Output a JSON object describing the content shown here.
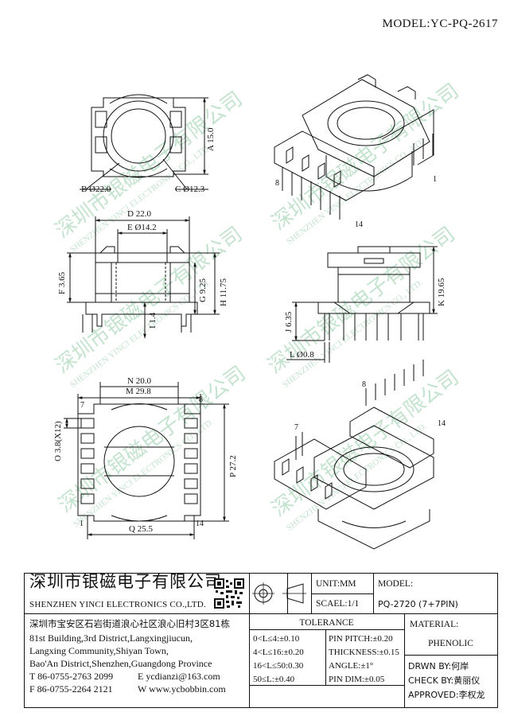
{
  "model_title": "MODEL:YC-PQ-2617",
  "watermark": {
    "cn": "深圳市银磁电子有限公司",
    "en": "SHENZHEN YINCI ELECTRONICS CO., LTD."
  },
  "dims": {
    "a": "A 15.0",
    "b": "B Ø22.0",
    "c": "C Ø12.3",
    "d": "D 22.0",
    "e": "E Ø14.2",
    "f": "F 3.65",
    "g": "G 9.25",
    "h": "H 11.75",
    "i": "I 1.4",
    "j": "J 6.35",
    "k": "K 19.65",
    "l": "L Ø0.8",
    "m": "M 29.8",
    "n": "N 20.0",
    "o": "O 3.8(X12)",
    "p": "P 27.2",
    "q": "Q 25.5"
  },
  "pins": {
    "p1": "1",
    "p7": "7",
    "p8": "8",
    "p14": "14"
  },
  "title_block": {
    "company_cn": "深圳市银磁电子有限公司",
    "company_en": "SHENZHEN YINCI ELECTRONICS CO.,LTD.",
    "unit": "UNIT:MM",
    "scale": "SCAEL:1/1",
    "model_label": "MODEL:",
    "model_value": "PQ-2720 (7+7PIN)",
    "address": [
      "深圳市宝安区石岩街道浪心社区浪心旧村3区81栋",
      "81st Building,3rd District,Langxingjiucun,",
      "Langxing Community,Shiyan Town,",
      "Bao'An District,Shenzhen,Guangdong Province"
    ],
    "tel": "T 86-0755-2763 2099",
    "email": "E ycdianzi@163.com",
    "fax": "F 86-0755-2264 2121",
    "web": "W www.ycbobbin.com",
    "tolerance_title": "TOLERANCE",
    "tolerances": [
      "0<L≤4:±0.10",
      "4<L≤16:±0.20",
      "16<L≤50:0.30",
      "50≤L:±0.40"
    ],
    "pin_tolerances": [
      "PIN PITCH:±0.20",
      "THICKNESS:±0.15",
      "ANGLE:±1°",
      "PIN DIM:±0.05"
    ],
    "material_label": "MATERIAL:",
    "material_value": "PHENOLIC",
    "drawn_by": "DRWN BY:何岸",
    "check_by": "CHECK BY:黄丽仪",
    "approved": "APPROVED:李权龙"
  }
}
